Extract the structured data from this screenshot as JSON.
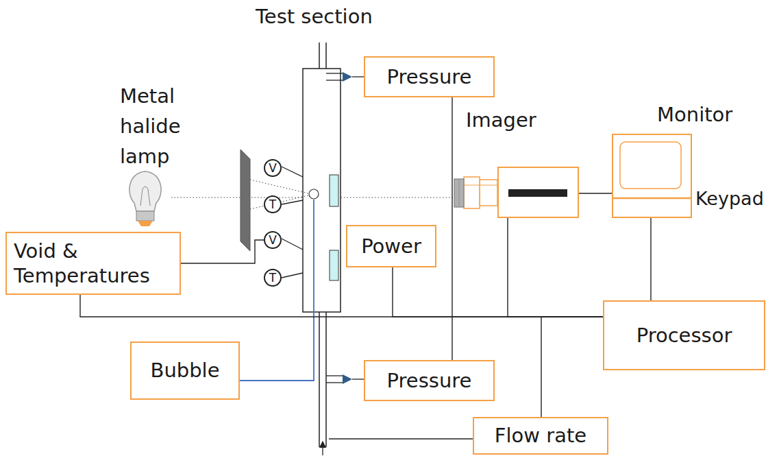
{
  "diagram": {
    "nodes": [
      {
        "text": [
          "Pressure"
        ]
      },
      {
        "text": [
          "Imager"
        ]
      },
      {
        "text": [
          "Monitor",
          "Keypad"
        ]
      },
      {
        "text": [
          "V"
        ]
      },
      {
        "text": [
          "T"
        ]
      },
      {
        "text": [
          "V"
        ]
      },
      {
        "text": [
          "T"
        ]
      },
      {
        "text": [
          "Void & Temperatures"
        ]
      },
      {
        "text": [
          "Power"
        ]
      },
      {
        "text": [
          "Processor"
        ]
      },
      {
        "text": [
          "Bubble"
        ]
      },
      {
        "text": [
          "Pressure"
        ]
      },
      {
        "text": [
          "Flow rate"
        ]
      }
    ],
    "edges": [
      {
        "from": 0,
        "to": 11,
        "arrow": "none"
      },
      {
        "from": 7,
        "to": 5,
        "arrow": "none"
      },
      {
        "from": 7,
        "to": 9,
        "arrow": "none"
      },
      {
        "from": 8,
        "to": 9,
        "arrow": "none"
      },
      {
        "from": 1,
        "to": 9,
        "arrow": "none"
      },
      {
        "from": 12,
        "to": 9,
        "arrow": "none"
      },
      {
        "from": 1,
        "to": 2,
        "arrow": "none"
      },
      {
        "from": 2,
        "to": 9,
        "arrow": "none"
      }
    ],
    "labels": [
      "Test section",
      "Metal halide lamp"
    ]
  }
}
